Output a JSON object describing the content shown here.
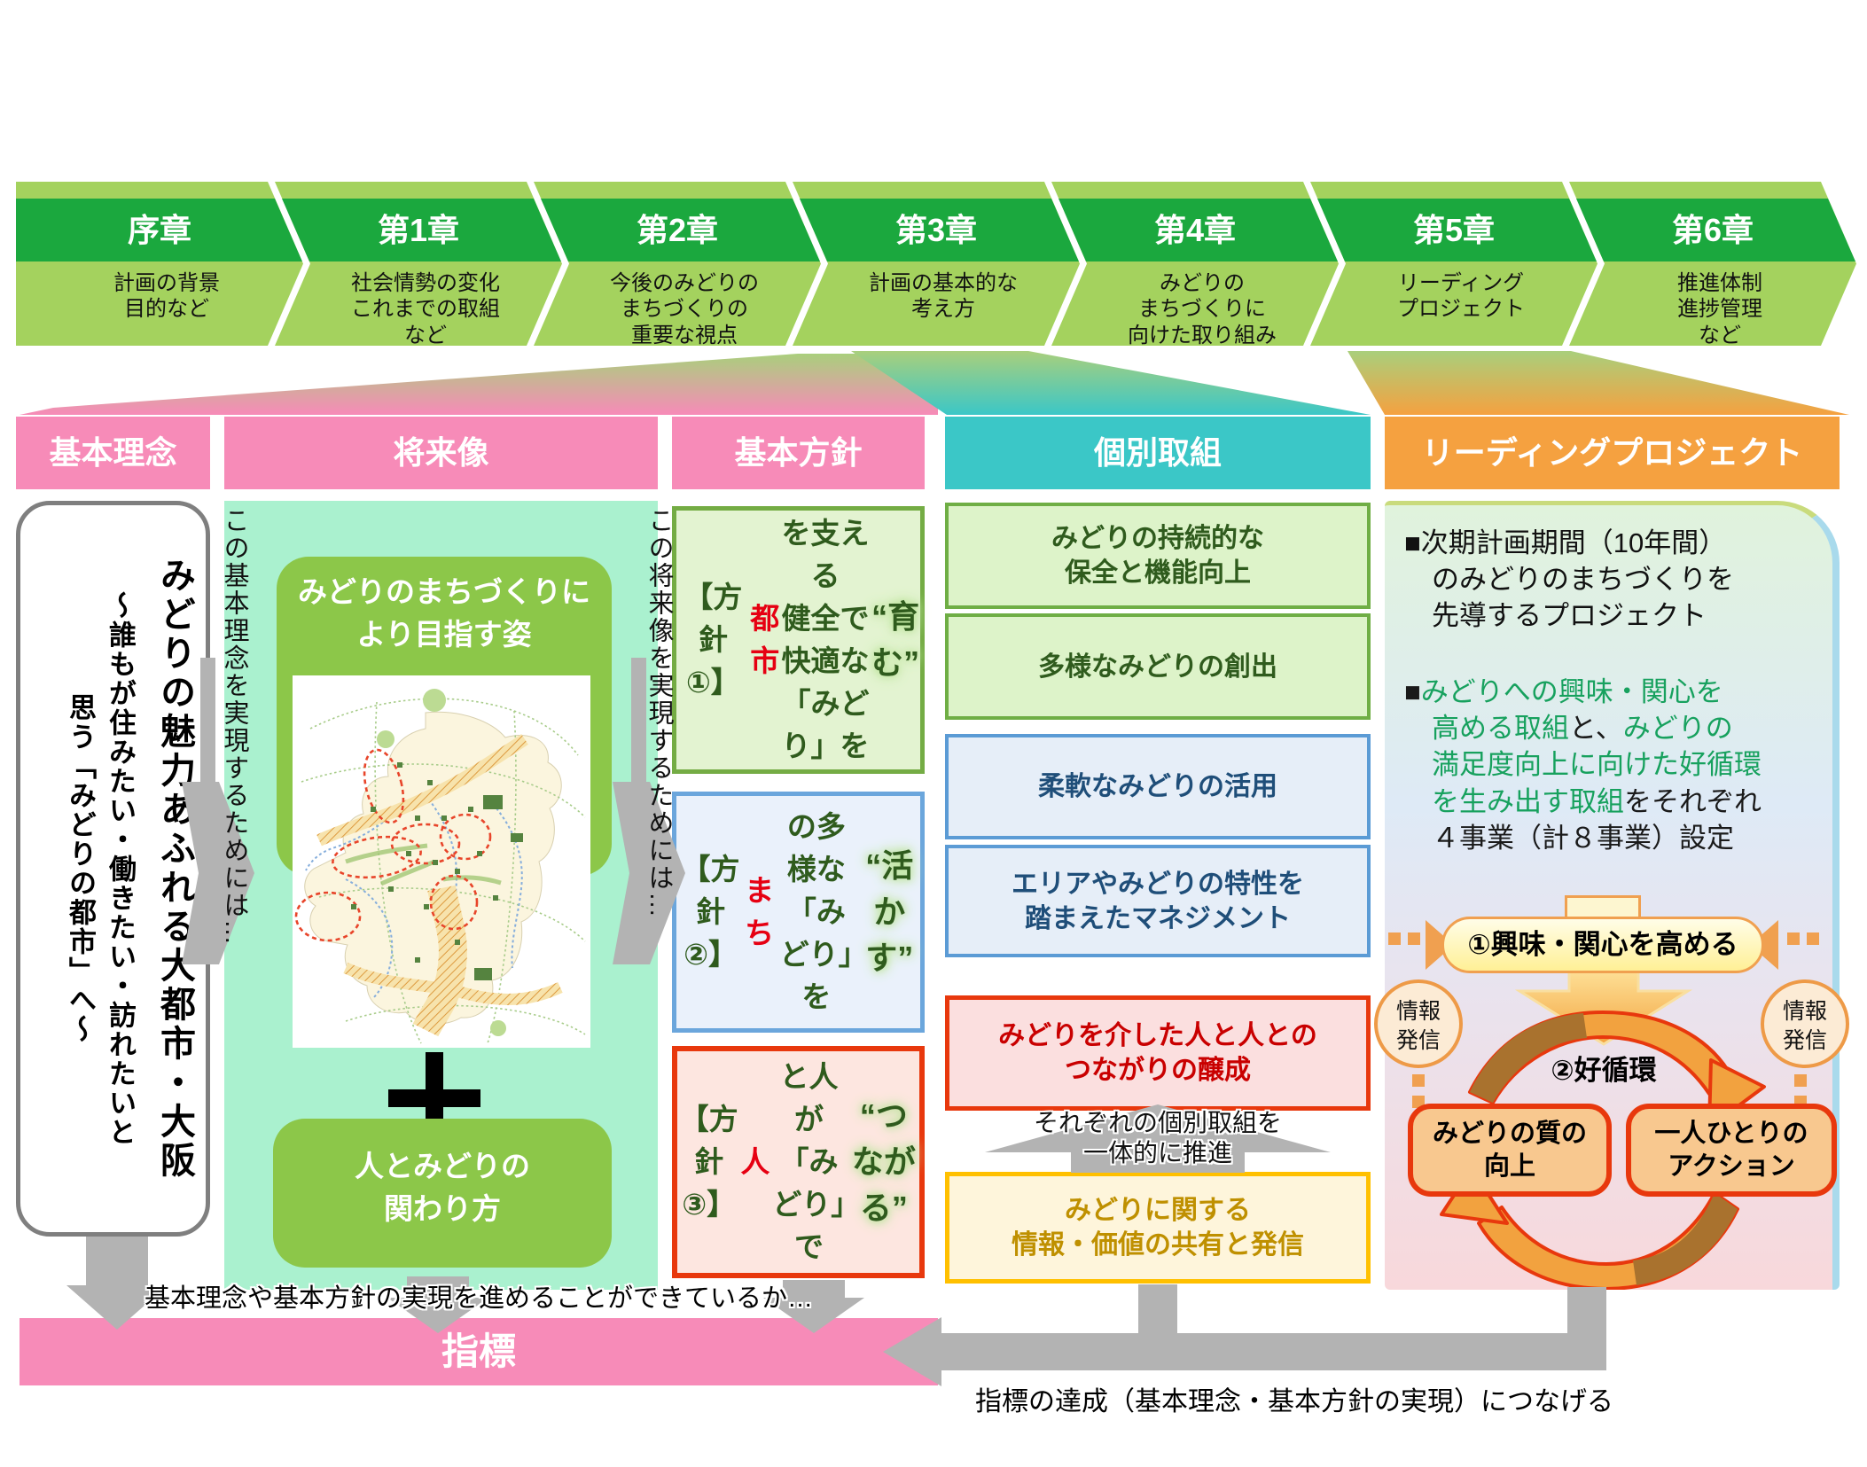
{
  "palette": {
    "chapter_green": "#1BA83E",
    "chapter_light": "#A4D25E",
    "pink": "#F78BB8",
    "teal": "#3BC7C7",
    "orange": "#F5A140",
    "mint": "#AAF1CF",
    "box_green": "#8CC749",
    "dark_green_text": "#2F5B1D",
    "blue_text": "#1F4E79",
    "red_accent": "#E8380D",
    "gold_text": "#BF9000",
    "green_text": "#17A15E",
    "gray_arrow": "#B3B3B3"
  },
  "chapters": [
    {
      "title": "序章",
      "subtitle": "計画の背景\n目的など"
    },
    {
      "title": "第1章",
      "subtitle": "社会情勢の変化\nこれまでの取組\nなど"
    },
    {
      "title": "第2章",
      "subtitle": "今後のみどりの\nまちづくりの\n重要な視点"
    },
    {
      "title": "第3章",
      "subtitle": "計画の基本的な\n考え方"
    },
    {
      "title": "第4章",
      "subtitle": "みどりの\nまちづくりに\n向けた取り組み"
    },
    {
      "title": "第5章",
      "subtitle": "リーディング\nプロジェクト"
    },
    {
      "title": "第6章",
      "subtitle": "推進体制\n進捗管理\nなど"
    }
  ],
  "headers": {
    "principle": "基本理念",
    "future": "将来像",
    "policy": "基本方針",
    "initiatives": "個別取組",
    "leading": "リーディングプロジェクト"
  },
  "principle": {
    "main": "みどりの魅力あふれる大都市・大阪",
    "sub": "～誰もが住みたい・働きたい・訪れたいと\n思う「みどりの都市」へ～"
  },
  "side_notes": {
    "left": "この基本理念を実現するためには…",
    "right": "この将来像を実現するためには…"
  },
  "future": {
    "goal_box": "みどりのまちづくりに\nより目指す姿",
    "relation_box": "人とみどりの\n関わり方"
  },
  "policies": [
    {
      "segments": [
        {
          "t": "【方針①】\n",
          "c": "dk"
        },
        {
          "t": "都市",
          "c": "rd"
        },
        {
          "t": "を支える\n健全で快適な\n「みどり」を\n",
          "c": "dk"
        },
        {
          "t": "“育む”",
          "c": "em"
        }
      ]
    },
    {
      "segments": [
        {
          "t": "【方針②】\n",
          "c": "dk"
        },
        {
          "t": "まち",
          "c": "rd"
        },
        {
          "t": "の多様な\n「みどり」を\n",
          "c": "dk"
        },
        {
          "t": "“活かす”",
          "c": "em"
        }
      ]
    },
    {
      "segments": [
        {
          "t": "【方針③】\n",
          "c": "dk"
        },
        {
          "t": "人",
          "c": "rd"
        },
        {
          "t": "と人が\n「みどり」で\n",
          "c": "dk"
        },
        {
          "t": "“つながる”",
          "c": "em"
        }
      ]
    }
  ],
  "initiatives": {
    "boxes": [
      {
        "label": "みどりの持続的な\n保全と機能向上"
      },
      {
        "label": "多様なみどりの創出"
      },
      {
        "label": "柔軟なみどりの活用"
      },
      {
        "label": "エリアやみどりの特性を\n踏まえたマネジメント"
      },
      {
        "label": "みどりを介した人と人との\nつながりの醸成"
      },
      {
        "label": "みどりに関する\n情報・価値の共有と発信"
      }
    ],
    "promote_note": "それぞれの個別取組を\n一体的に推進"
  },
  "leading": {
    "bullet1": "■次期計画期間（10年間）\n　のみどりのまちづくりを\n　先導するプロジェクト",
    "bullet2_segments": [
      {
        "t": "■",
        "c": "k"
      },
      {
        "t": "みどりへの興味・関心を\n　高める取組",
        "c": "g"
      },
      {
        "t": "と、",
        "c": "k"
      },
      {
        "t": "みどりの\n　満足度向上に向けた好循環\n　を生み出す取組",
        "c": "g"
      },
      {
        "t": "をそれぞれ\n　４事業（計８事業）設定",
        "c": "k"
      }
    ],
    "pill": "①興味・関心を高める",
    "info_left": "情報\n発信",
    "info_right": "情報\n発信",
    "cycle_label": "②好循環",
    "cycle_box1": "みどりの質の\n向上",
    "cycle_box2": "一人ひとりの\nアクション"
  },
  "bottom": {
    "check_note": "基本理念や基本方針の実現を進めることができているか…",
    "indicator": "指標",
    "achieve_note": "指標の達成（基本理念・基本方針の実現）につなげる"
  }
}
